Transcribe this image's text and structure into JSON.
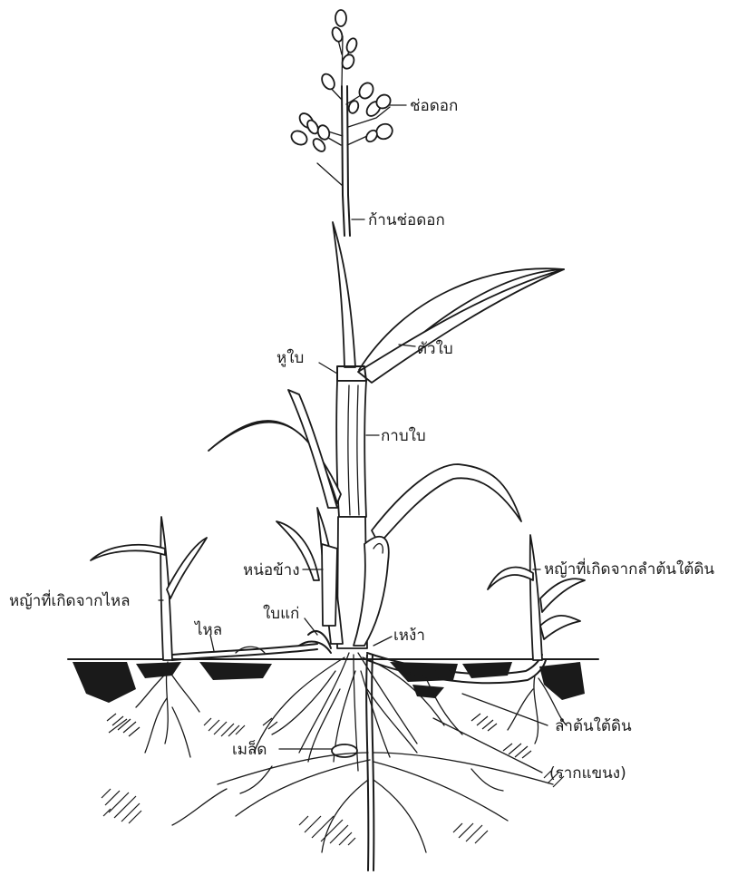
{
  "labels": {
    "inflorescence": "ช่อดอก",
    "peduncle": "ก้านช่อดอก",
    "blade": "ตัวใบ",
    "auricle": "หูใบ",
    "sheath": "กาบใบ",
    "lateral_bud": "หน่อข้าง",
    "grass_from_stolon": "หญ้าที่เกิดจากไหล",
    "stolon": "ไหล",
    "old_leaf": "ใบแก่",
    "crown": "เหง้า",
    "grass_from_rhizome": "หญ้าที่เกิดจากลำต้นใต้ดิน",
    "rhizome": "ลำต้นใต้ดิน",
    "seed": "เมล็ด",
    "adventitious_roots": "(รากแขนง)"
  }
}
